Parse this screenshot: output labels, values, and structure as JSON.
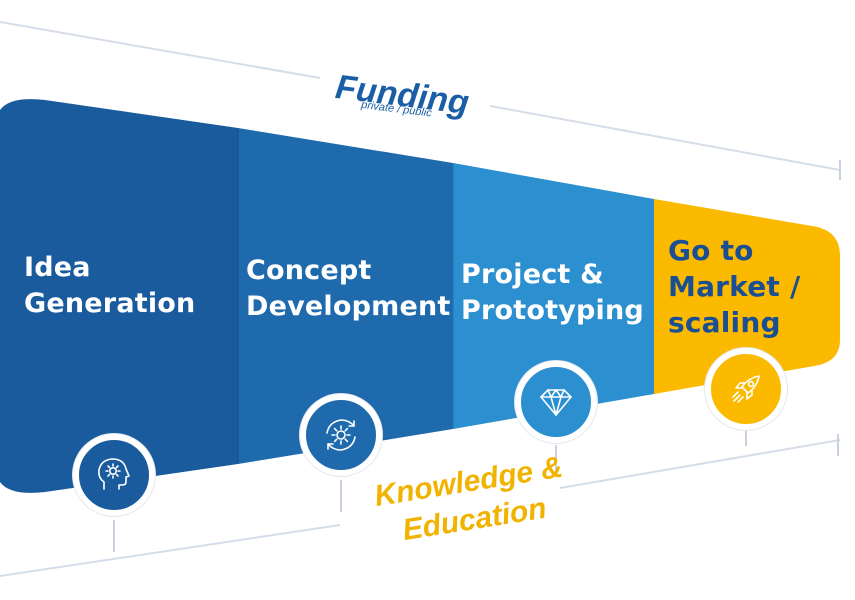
{
  "funding": {
    "title": "Funding",
    "subtitle": "private / public"
  },
  "stages": [
    {
      "line1": "Idea",
      "line2": "Generation",
      "color": "#1a5b9e",
      "icon": "head-gear-icon"
    },
    {
      "line1": "Concept",
      "line2": "Development",
      "color": "#1e6aad",
      "icon": "gear-cycle-icon"
    },
    {
      "line1": "Project &",
      "line2": "Prototyping",
      "color": "#2b8fd0",
      "icon": "diamond-icon"
    },
    {
      "line1": "Go to",
      "line2": "Market /",
      "line3": "scaling",
      "color": "#fbb900",
      "icon": "rocket-icon"
    }
  ],
  "knowledge": {
    "line1": "Knowledge &",
    "line2": "Education",
    "color": "#f0b400"
  }
}
